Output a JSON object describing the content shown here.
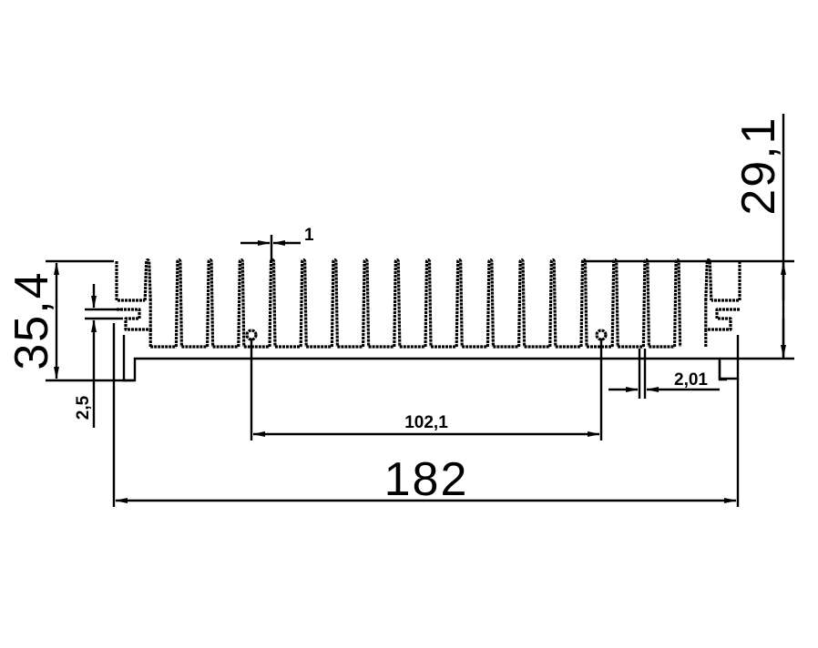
{
  "drawing": {
    "fin_count": 21,
    "dimensions": {
      "total_height": "35,4",
      "fin_height": "29,1",
      "fin_thickness": "1",
      "slot_width": "2,5",
      "groove_spacing": "102,1",
      "overall_width": "182",
      "fin_gap": "2,01"
    }
  }
}
